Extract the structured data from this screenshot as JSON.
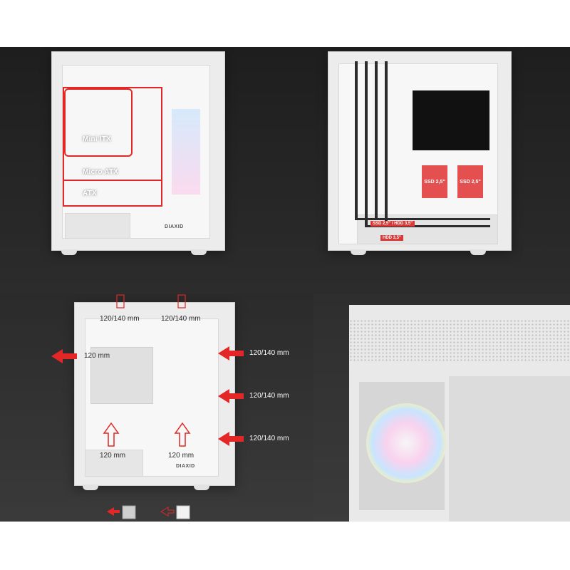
{
  "panel1": {
    "zones": {
      "mini_itx": "Mini ITX",
      "micro_atx": "Micro ATX",
      "atx": "ATX"
    },
    "brand": "DIAXID"
  },
  "panel2": {
    "ssd_left": "SSD 2,5\"",
    "ssd_right": "SSD 2,5\"",
    "drive_tag_1": "SSD 2,5\" / HDD 3,5\"",
    "drive_tag_2": "HDD 3,5\""
  },
  "panel3": {
    "top_left": "120/140 mm",
    "top_right": "120/140 mm",
    "rear": "120 mm",
    "front_1": "120/140 mm",
    "front_2": "120/140 mm",
    "front_3": "120/140 mm",
    "bottom_left": "120 mm",
    "bottom_right": "120 mm",
    "brand": "DIAXID"
  },
  "colors": {
    "accent_red": "#e32626",
    "ssd_red": "#e45050",
    "case_white": "#ececec"
  }
}
